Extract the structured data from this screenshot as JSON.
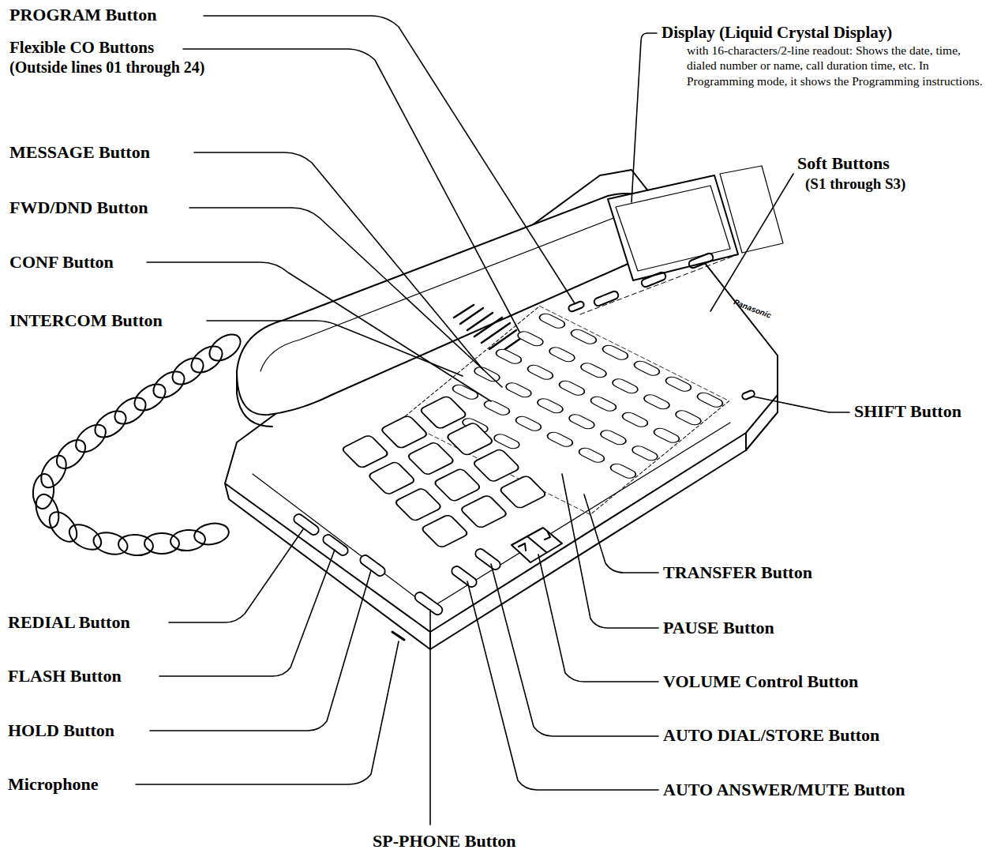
{
  "diagram": {
    "labels": [
      "PROGRAM Button",
      "Flexible CO Buttons",
      "(Outside lines 01 through 24)",
      "MESSAGE Button",
      "FWD/DND Button",
      "CONF Button",
      "INTERCOM Button",
      "Display (Liquid Crystal Display)",
      "with 16-characters/2-line readout: Shows the date, time, dialed number or name, call duration time, etc. In Programming mode, it shows the Programming instructions.",
      "Soft Buttons",
      "(S1 through S3)",
      "Panasonic",
      "SHIFT Button",
      "TRANSFER Button",
      "PAUSE Button",
      "VOLUME Control Button",
      "AUTO DIAL/STORE Button",
      "AUTO ANSWER/MUTE Button",
      "REDIAL Button",
      "FLASH Button",
      "HOLD Button",
      "Microphone",
      "SP-PHONE Button"
    ]
  }
}
